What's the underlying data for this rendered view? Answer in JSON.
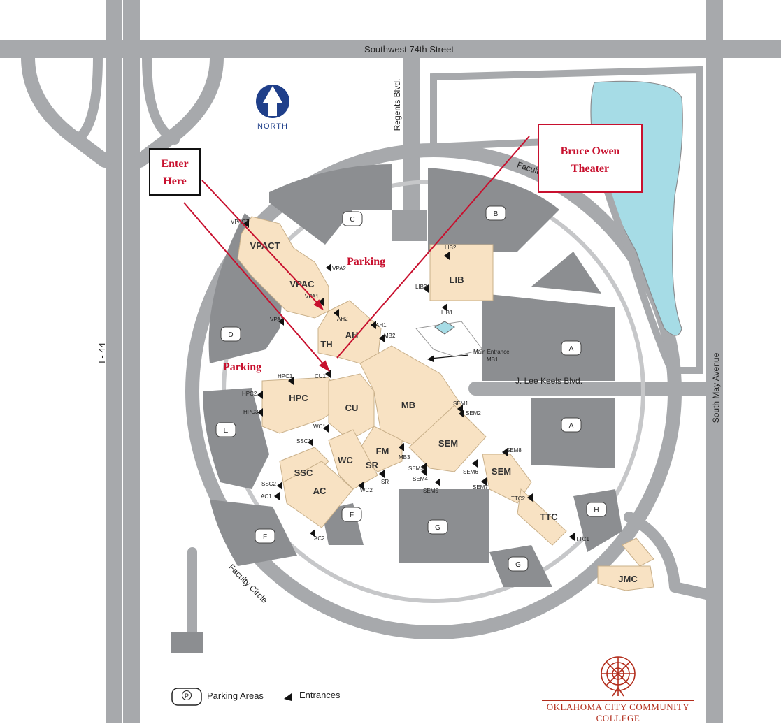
{
  "streets": {
    "north": "Southwest 74th Street",
    "regents": "Regents Blvd.",
    "faculty_ne": "Faculty",
    "faculty_sw": "Faculty Circle",
    "highway": "I - 44",
    "may": "South May Avenue",
    "keels": "J. Lee Keels Blvd."
  },
  "compass": {
    "label": "NORTH"
  },
  "buildings": [
    "VPACT",
    "VPAC",
    "TH",
    "AH",
    "HPC",
    "CU",
    "MB",
    "SEM",
    "FM",
    "SR",
    "WC",
    "SSC",
    "AC",
    "LIB",
    "SEM",
    "TTC",
    "JMC"
  ],
  "parking_lots": [
    "C",
    "B",
    "D",
    "E",
    "F",
    "F",
    "G",
    "G",
    "A",
    "A",
    "H"
  ],
  "entrances": [
    "VPACT",
    "VPA2",
    "VPA1",
    "VPA3",
    "AH2",
    "AH1",
    "MB2",
    "CU1",
    "HPC1",
    "HPC2",
    "HPC3",
    "WC1",
    "SSC1",
    "SSC2",
    "AC1",
    "AC2",
    "WC2",
    "SR",
    "MB3",
    "SEM3",
    "SEM4",
    "SEM5",
    "SEM6",
    "SEM7",
    "SEM8",
    "SEM1",
    "SEM2",
    "TTC2",
    "TTC1",
    "LIB2",
    "LIB3",
    "LIB1"
  ],
  "main_entrance": {
    "line1": "Main Entrance",
    "line2": "MB1"
  },
  "annotations": {
    "parking_north": "Parking",
    "parking_west": "Parking",
    "enter_line1": "Enter",
    "enter_line2": "Here",
    "theater_line1": "Bruce Owen",
    "theater_line2": "Theater"
  },
  "legend": {
    "parking": "Parking Areas",
    "parking_symbol": "P",
    "entrances": "Entrances"
  },
  "college": "OKLAHOMA CITY COMMUNITY COLLEGE",
  "colors": {
    "road": "#a7a9ac",
    "lot": "#8c8e91",
    "building": "#f8e2c3",
    "water": "#a6dce6",
    "accent": "#c8102e",
    "brand": "#b22c1b",
    "compass": "#1f3f8a"
  }
}
